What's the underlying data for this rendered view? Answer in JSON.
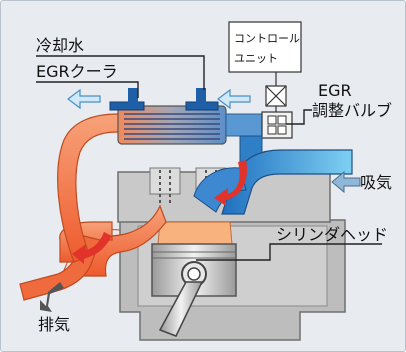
{
  "labels": {
    "coolant": "冷却水",
    "egr_cooler": "EGRクーラ",
    "control_unit_line1": "コントロール",
    "control_unit_line2": "ユニット",
    "egr_valve_line1": "EGR",
    "egr_valve_line2": "調整バルブ",
    "intake": "吸気",
    "cylinder_head": "シリンダヘッド",
    "exhaust": "排気"
  },
  "colors": {
    "background": "#e8ecf1",
    "exhaust_hot": "#f26a3b",
    "exhaust_light": "#f7a27a",
    "intake_blue": "#2f7fc6",
    "intake_light": "#7ec8ee",
    "coolant_blue": "#1f5fa8",
    "engine_gray": "#9a9a9a",
    "engine_light": "#d6d6d6",
    "flow_arrow_red": "#e2332a",
    "flow_arrow_blue": "#9bd3f2"
  }
}
